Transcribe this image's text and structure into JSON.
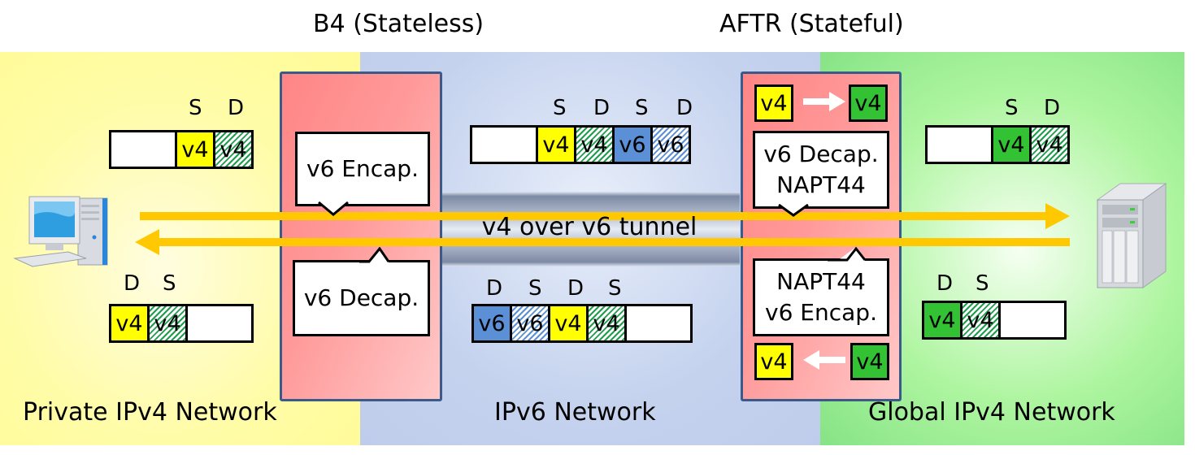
{
  "titles": {
    "b4": "B4 (Stateless)",
    "aftr": "AFTR (Stateful)"
  },
  "zones": {
    "private": "Private IPv4 Network",
    "ipv6": "IPv6 Network",
    "global": "Global IPv4 Network"
  },
  "tunnel_label": "v4 over v6 tunnel",
  "b4_box": {
    "encap_label": "v6 Encap.",
    "decap_label": "v6 Decap."
  },
  "aftr_box": {
    "outbound_label_line1": "v6 Decap.",
    "outbound_label_line2": "NAPT44",
    "inbound_label_line1": "NAPT44",
    "inbound_label_line2": "v6 Encap.",
    "top_translation": {
      "from": "v4",
      "to": "v4"
    },
    "bottom_translation": {
      "from": "v4",
      "to": "v4"
    }
  },
  "packets": {
    "private_out": {
      "headers": [
        "S",
        "D"
      ],
      "cells": [
        "v4",
        "v4"
      ]
    },
    "private_in": {
      "headers": [
        "D",
        "S"
      ],
      "cells": [
        "v4",
        "v4"
      ]
    },
    "ipv6_out": {
      "headers": [
        "S",
        "D",
        "S",
        "D"
      ],
      "cells": [
        "v4",
        "v4",
        "v6",
        "v6"
      ]
    },
    "ipv6_in": {
      "headers": [
        "D",
        "S",
        "D",
        "S"
      ],
      "cells": [
        "v6",
        "v6",
        "v4",
        "v4"
      ]
    },
    "global_out": {
      "headers": [
        "S",
        "D"
      ],
      "cells": [
        "v4",
        "v4"
      ]
    },
    "global_in": {
      "headers": [
        "D",
        "S"
      ],
      "cells": [
        "v4",
        "v4"
      ]
    }
  },
  "icons": {
    "client": "desktop-computer-icon",
    "server": "server-tower-icon"
  },
  "colors": {
    "private_v4": "#ffff00",
    "global_v4": "#33c233",
    "v6": "#5b8fd6",
    "arrow": "#ffc800",
    "box_border": "#3a5a8a"
  }
}
